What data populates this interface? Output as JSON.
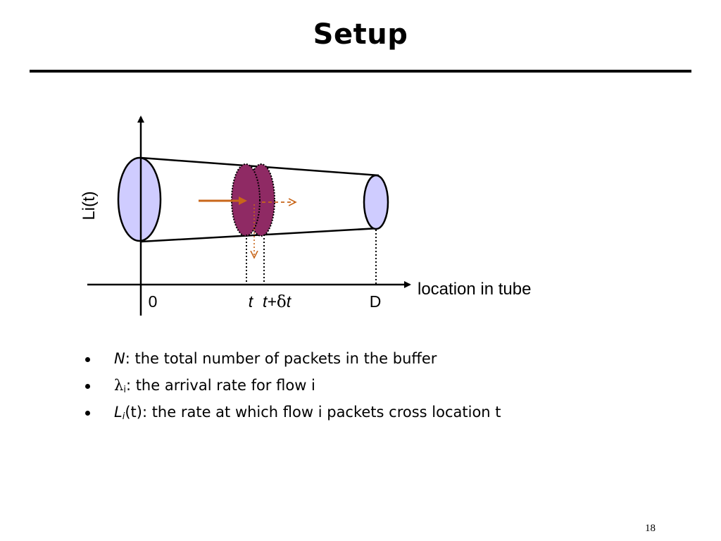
{
  "slide": {
    "title": "Setup",
    "page_number": "18"
  },
  "diagram": {
    "y_label": "Li(t)",
    "x_label": "location in tube",
    "tick_0": "0",
    "tick_t": "t",
    "tick_t_delta_prefix": "t+",
    "tick_t_delta_symbol": "δ",
    "tick_t_delta_suffix": "t",
    "tick_D": "D",
    "colors": {
      "end_cap_fill": "#cfccff",
      "slice_fill": "#8f2a64",
      "arrow": "#c8661a",
      "line": "#000000"
    }
  },
  "bullets": [
    {
      "symbol": "N",
      "text": ": the total number of packets in the buffer"
    },
    {
      "symbol": "λ",
      "sub": "i",
      "text": ": the arrival rate for flow i"
    },
    {
      "symbol": "L",
      "sub": "i",
      "text": "(t): the rate at which flow i packets cross location t"
    }
  ]
}
